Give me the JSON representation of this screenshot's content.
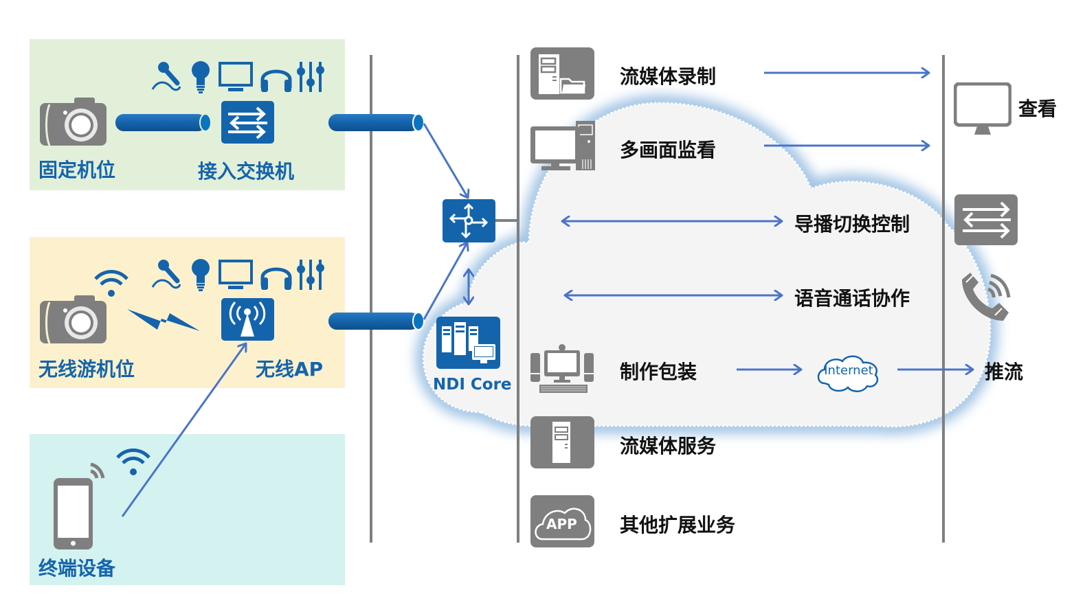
{
  "colors": {
    "primary_blue": "#1464ac",
    "arrow_blue": "#4a74c9",
    "icon_gray": "#7f7f7f",
    "zone_fixed": "#e2f0d9",
    "zone_wireless": "#fdf1cd",
    "zone_terminal": "#d4f2ef",
    "cloud_fill": "#f4f4f4",
    "cloud_glow": "#a9cbe6"
  },
  "left": {
    "zones": [
      {
        "id": "fixed",
        "camera_label": "固定机位",
        "device_label": "接入交换机",
        "device_icon": "switch-icon",
        "peripheral_icons": [
          "microphone-icon",
          "lightbulb-icon",
          "monitor-icon",
          "headphones-icon",
          "mixer-sliders-icon"
        ]
      },
      {
        "id": "wireless",
        "camera_label": "无线游机位",
        "device_label": "无线AP",
        "device_icon": "wireless-ap-icon",
        "peripheral_icons": [
          "microphone-icon",
          "lightbulb-icon",
          "monitor-icon",
          "headphones-icon",
          "mixer-sliders-icon"
        ]
      },
      {
        "id": "terminal",
        "device_label": "终端设备",
        "device_icon": "smartphone-icon"
      }
    ]
  },
  "core": {
    "router_icon": "router-icon",
    "core_label": "NDI Core",
    "core_icon": "server-cluster-icon"
  },
  "services": [
    {
      "label": "流媒体录制",
      "icon": "server-folder-icon",
      "arrow": "right"
    },
    {
      "label": "多画面监看",
      "icon": "desktop-computer-icon",
      "arrow": "right"
    },
    {
      "label": "导播切换控制",
      "icon": null,
      "arrow": "both"
    },
    {
      "label": "语音通话协作",
      "icon": null,
      "arrow": "both"
    },
    {
      "label": "制作包装",
      "icon": "workstation-icon",
      "arrow": "right"
    },
    {
      "label": "流媒体服务",
      "icon": "server-icon",
      "arrow": "none"
    },
    {
      "label": "其他扩展业务",
      "icon": "app-cloud-icon",
      "arrow": "none"
    }
  ],
  "internet": {
    "label": "Internet"
  },
  "app_icon_text": "APP",
  "outputs": [
    {
      "label": "查看",
      "icon": "monitor-icon"
    },
    {
      "label": "",
      "icon": "switch-icon"
    },
    {
      "label": "",
      "icon": "phone-call-icon"
    },
    {
      "label": "推流",
      "icon": null
    }
  ]
}
